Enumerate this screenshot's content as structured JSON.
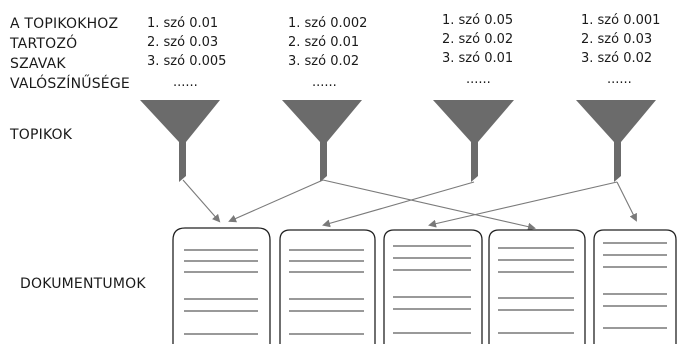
{
  "header_label": [
    "A TOPIKOKHOZ",
    "TARTOZÓ",
    "SZAVAK",
    "VALÓSZÍNŰSÉGE"
  ],
  "topics_label": "TOPIKOK",
  "documents_label": "DOKUMENTUMOK",
  "topics": [
    {
      "words": [
        "1. szó 0.01",
        "2. szó 0.03",
        "3. szó 0.005"
      ],
      "more": "......"
    },
    {
      "words": [
        "1. szó 0.002",
        "2. szó 0.01",
        "3. szó 0.02"
      ],
      "more": "......"
    },
    {
      "words": [
        "1. szó 0.05",
        "2. szó 0.02",
        "3. szó 0.01"
      ],
      "more": "......"
    },
    {
      "words": [
        "1. szó 0.001",
        "2. szó 0.03",
        "3. szó 0.02"
      ],
      "more": "......"
    }
  ],
  "colors": {
    "funnel": "#6b6b6b",
    "arrow": "#7a7a7a",
    "doc_border": "#222222",
    "doc_line": "#333333"
  },
  "icons": {
    "topic": "funnel-icon",
    "document": "document-icon"
  }
}
